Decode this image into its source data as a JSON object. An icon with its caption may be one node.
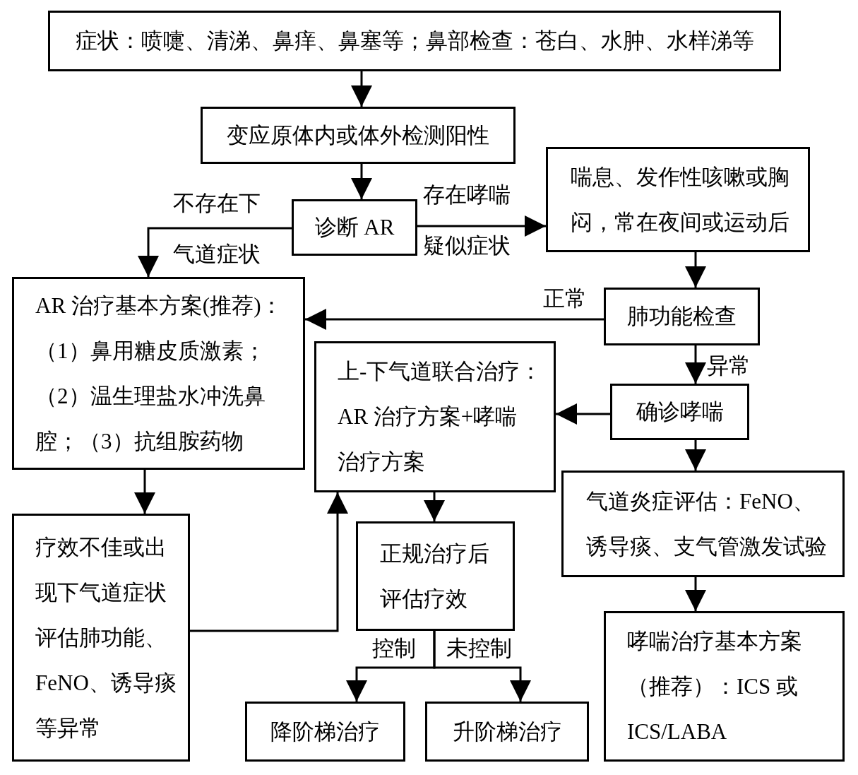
{
  "diagram": {
    "nodes": [
      {
        "text": [
          "症状：喷嚏、清涕、鼻痒、鼻塞等；鼻部检查：苍白、水肿、水样涕等"
        ]
      },
      {
        "text": [
          "变应原体内或体外检测阳性"
        ]
      },
      {
        "text": [
          "诊断 AR"
        ]
      },
      {
        "text": [
          "喘息、发作性咳嗽或胸闷，常在夜间或运动后"
        ]
      },
      {
        "text": [
          "AR 治疗基本方案(推荐)：",
          "（1）鼻用糖皮质激素；（2）温生理盐水冲洗鼻腔；（3）抗组胺药物"
        ]
      },
      {
        "text": [
          "肺功能检查"
        ]
      },
      {
        "text": [
          "上-下气道联合治疗：",
          "AR 治疗方案+哮喘治疗方案"
        ]
      },
      {
        "text": [
          "确诊哮喘"
        ]
      },
      {
        "text": [
          "气道炎症评估：FeNO、诱导痰、支气管激发试验"
        ]
      },
      {
        "text": [
          "疗效不佳或出现下气道症状评估肺功能、FeNO、诱导痰等异常"
        ]
      },
      {
        "text": [
          "正规治疗后评估疗效"
        ]
      },
      {
        "text": [
          "降阶梯治疗"
        ]
      },
      {
        "text": [
          "升阶梯治疗"
        ]
      },
      {
        "text": [
          "哮喘治疗基本方案（推荐）：ICS 或 ICS/LABA"
        ]
      }
    ],
    "edges": [
      {
        "from": 0,
        "to": 1,
        "arrow": "to"
      },
      {
        "from": 1,
        "to": 2,
        "arrow": "to"
      },
      {
        "from": 2,
        "to": 3,
        "arrow": "to",
        "label": "存在哮喘疑似症状"
      },
      {
        "from": 2,
        "to": 4,
        "arrow": "to",
        "label": "不存在下气道症状"
      },
      {
        "from": 3,
        "to": 5,
        "arrow": "to"
      },
      {
        "from": 5,
        "to": 4,
        "arrow": "to",
        "label": "正常"
      },
      {
        "from": 5,
        "to": 7,
        "arrow": "to",
        "label": "异常"
      },
      {
        "from": 7,
        "to": 6,
        "arrow": "to"
      },
      {
        "from": 7,
        "to": 8,
        "arrow": "to"
      },
      {
        "from": 4,
        "to": 9,
        "arrow": "to"
      },
      {
        "from": 9,
        "to": 6,
        "arrow": "to"
      },
      {
        "from": 6,
        "to": 10,
        "arrow": "to"
      },
      {
        "from": 10,
        "to": 11,
        "arrow": "to",
        "label": "控制"
      },
      {
        "from": 10,
        "to": 12,
        "arrow": "to",
        "label": "未控制"
      },
      {
        "from": 8,
        "to": 13,
        "arrow": "to"
      }
    ]
  }
}
